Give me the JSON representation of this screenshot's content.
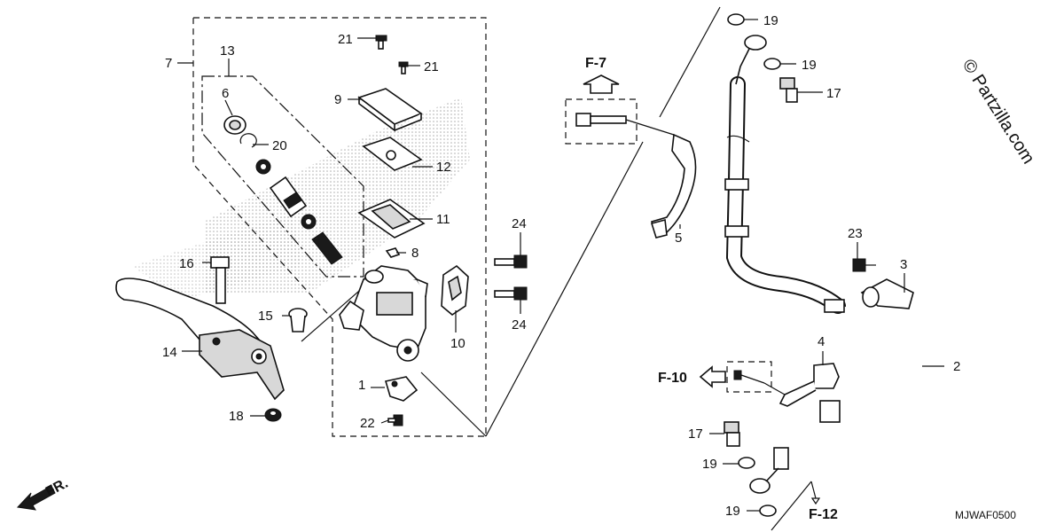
{
  "labels": {
    "p1": "1",
    "p2": "2",
    "p3": "3",
    "p4": "4",
    "p5": "5",
    "p6": "6",
    "p7": "7",
    "p8": "8",
    "p9": "9",
    "p10": "10",
    "p11": "11",
    "p12": "12",
    "p13": "13",
    "p14": "14",
    "p15": "15",
    "p16": "16",
    "p17a": "17",
    "p17b": "17",
    "p18": "18",
    "p19a": "19",
    "p19b": "19",
    "p19c": "19",
    "p19d": "19",
    "p20": "20",
    "p21a": "21",
    "p21b": "21",
    "p22": "22",
    "p23": "23",
    "p24a": "24",
    "p24b": "24"
  },
  "refs": {
    "f7": "F-7",
    "f10": "F-10",
    "f12": "F-12"
  },
  "direction_label": "FR.",
  "diagram_code": "MJWAF0500",
  "watermark": "© Partzilla.com",
  "icons": [
    "arrow-up-icon",
    "arrow-left-icon",
    "arrow-down-icon",
    "front-direction-arrow-icon"
  ]
}
